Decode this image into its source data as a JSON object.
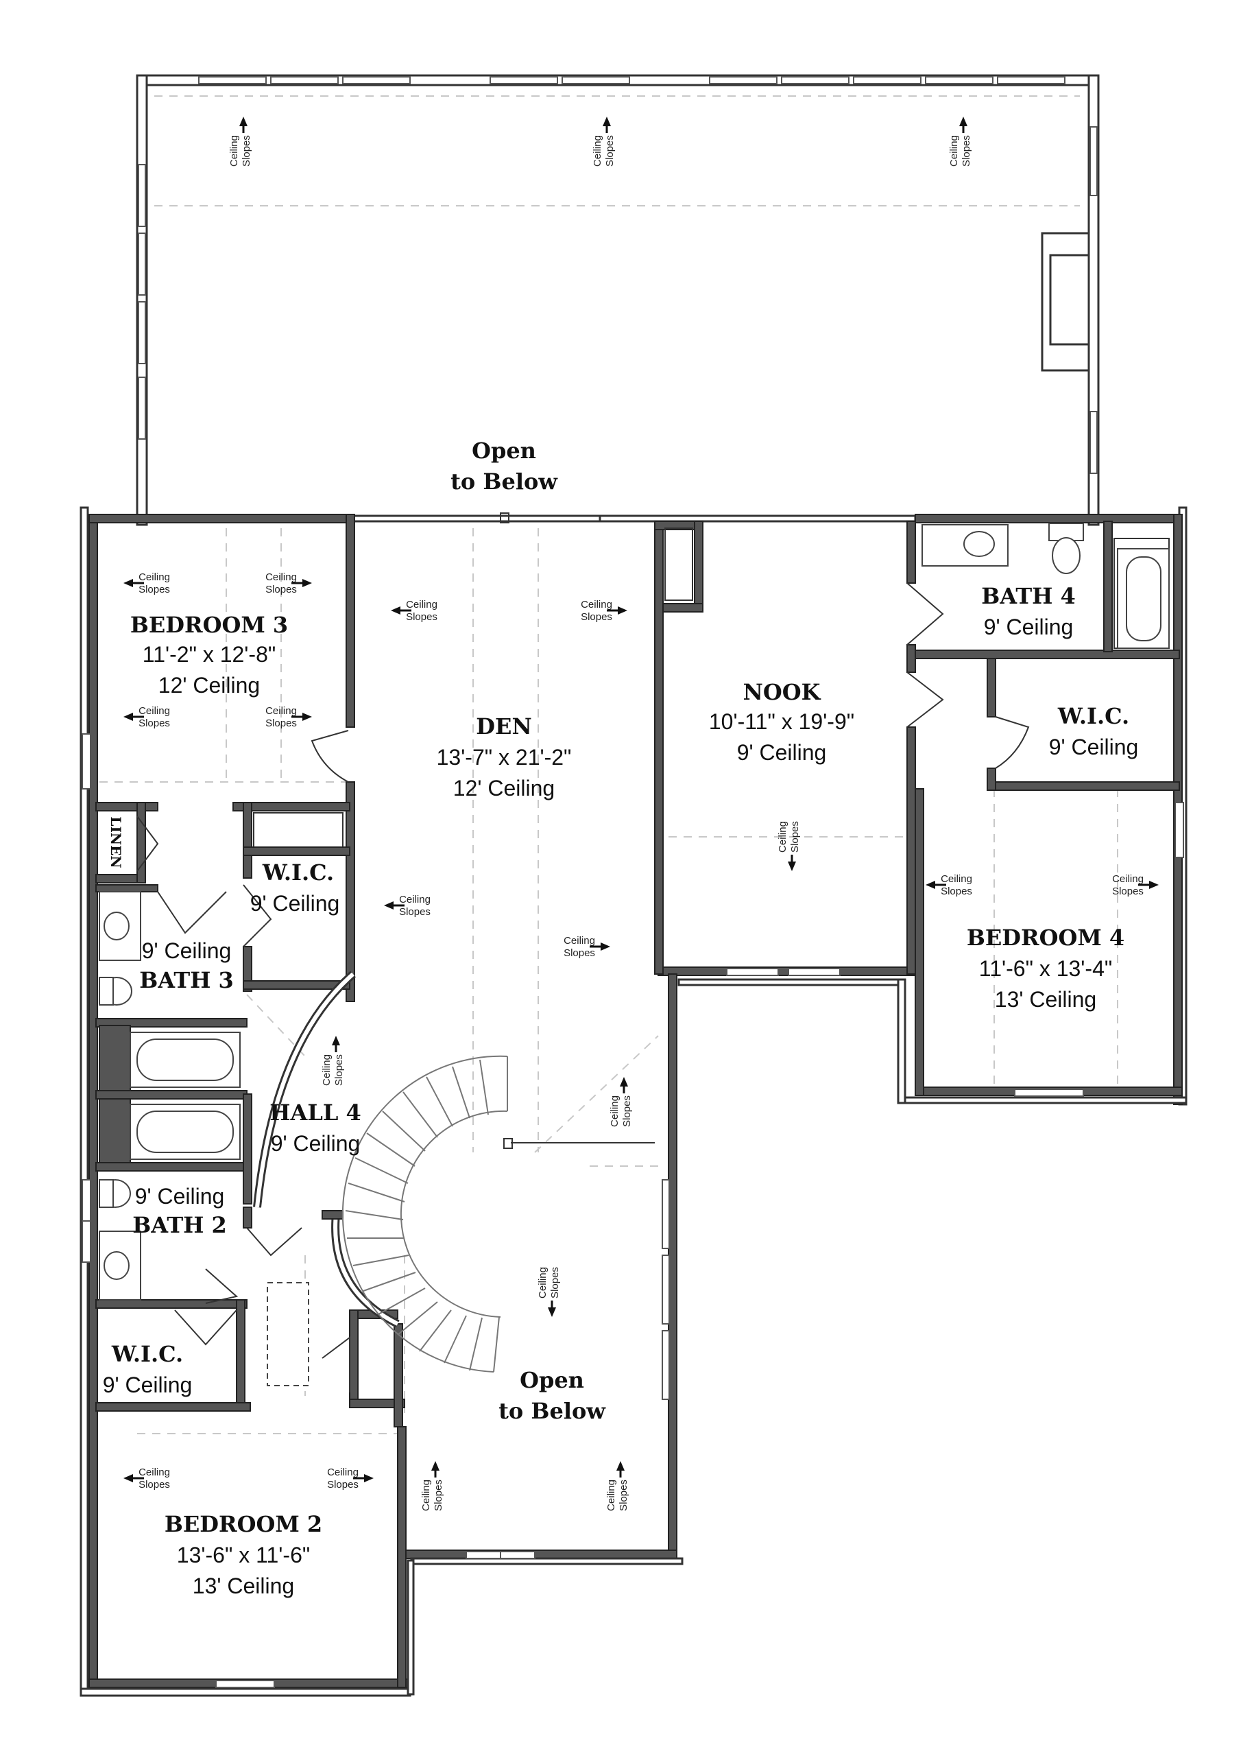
{
  "rooms": {
    "open_top": {
      "name_line1": "Open",
      "name_line2": "to Below"
    },
    "bedroom3": {
      "name": "BEDROOM 3",
      "dims": "11'-2\" x 12'-8\"",
      "ceiling": "12' Ceiling"
    },
    "den": {
      "name": "DEN",
      "dims": "13'-7\" x 21'-2\"",
      "ceiling": "12' Ceiling"
    },
    "nook": {
      "name": "NOOK",
      "dims": "10'-11\" x 19'-9\"",
      "ceiling": "9' Ceiling"
    },
    "bath4": {
      "name": "BATH 4",
      "ceiling": "9' Ceiling"
    },
    "wic_right": {
      "name": "W.I.C.",
      "ceiling": "9' Ceiling"
    },
    "bedroom4": {
      "name": "BEDROOM 4",
      "dims": "11'-6\" x 13'-4\"",
      "ceiling": "13' Ceiling"
    },
    "linen": {
      "name": "LINEN"
    },
    "wic_mid": {
      "name": "W.I.C.",
      "ceiling": "9' Ceiling"
    },
    "bath3": {
      "name": "BATH 3",
      "ceiling": "9' Ceiling"
    },
    "hall4": {
      "name": "HALL 4",
      "ceiling": "9' Ceiling"
    },
    "bath2": {
      "name": "BATH 2",
      "ceiling": "9' Ceiling"
    },
    "wic_left": {
      "name": "W.I.C.",
      "ceiling": "9' Ceiling"
    },
    "open_bottom": {
      "name_line1": "Open",
      "name_line2": "to Below"
    },
    "bedroom2": {
      "name": "BEDROOM 2",
      "dims": "13'-6\" x 11'-6\"",
      "ceiling": "13' Ceiling"
    }
  },
  "slope_note": {
    "line1": "Ceiling",
    "line2": "Slopes"
  }
}
